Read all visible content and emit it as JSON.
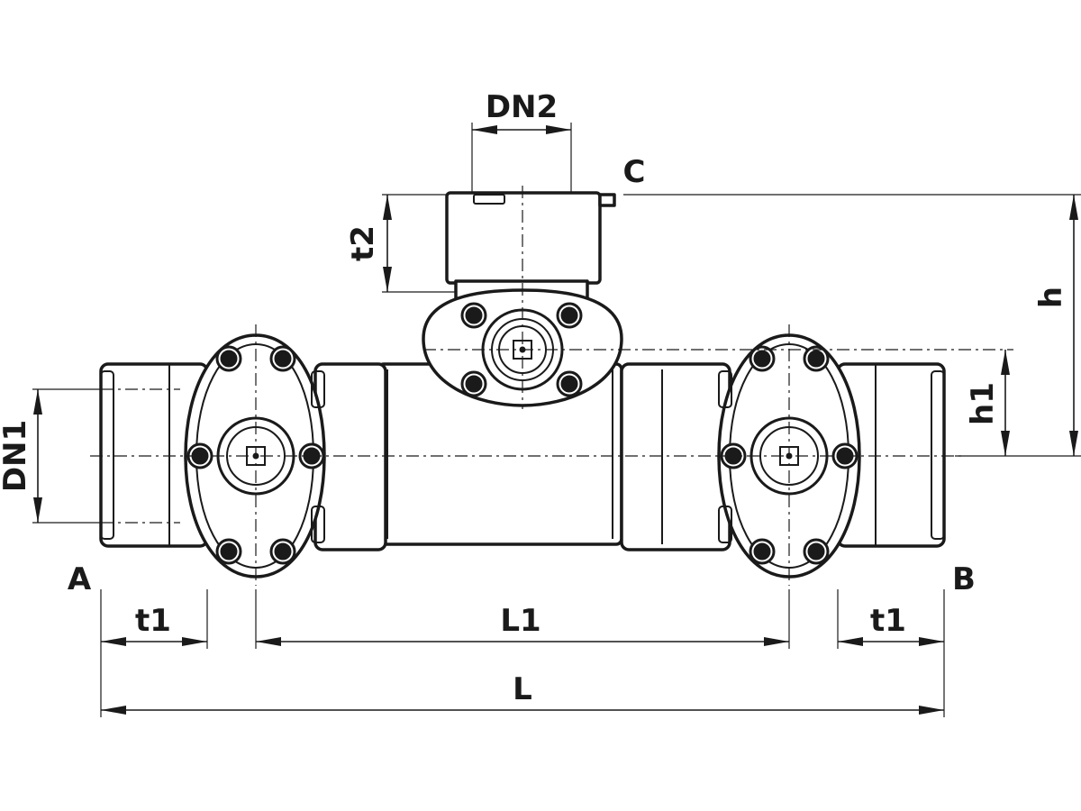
{
  "labels": {
    "dn2": "DN2",
    "dn1": "DN1",
    "t2": "t2",
    "h": "h",
    "h1": "h1",
    "t1_left": "t1",
    "t1_right": "t1",
    "l1": "L1",
    "l": "L",
    "port_a": "A",
    "port_b": "B",
    "port_c": "C"
  },
  "colors": {
    "line": "#1a1a1a",
    "background": "#ffffff"
  }
}
